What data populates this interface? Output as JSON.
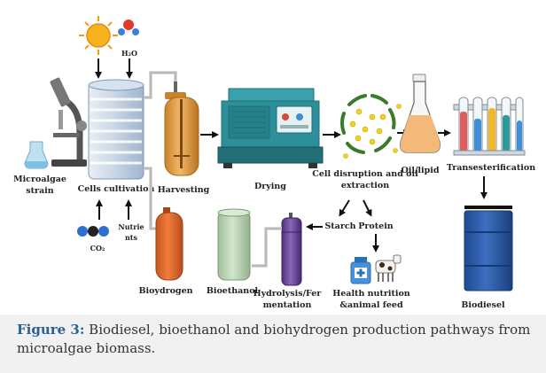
{
  "labels": {
    "h2o": "H₂O",
    "microalgae_strain_1": "Microalgae",
    "microalgae_strain_2": "strain",
    "cells_cultivation": "Cells cultivation",
    "co2": "CO₂",
    "nutrients_1": "Nutrie",
    "nutrients_2": "nts",
    "harvesting": "Harvesting",
    "drying": "Drying",
    "cell_disruption_1": "Cell disruption and oil",
    "cell_disruption_2": "extraction",
    "oil_lipid": "Oil/lipid",
    "transesterification": "Transesterification",
    "biodiesel": "Biodiesel",
    "starch": "Starch",
    "protein": "Protein",
    "health_1": "Health nutrition",
    "health_2": "&animal feed",
    "hydrolysis_1": "Hydrolysis/Fer",
    "hydrolysis_2": "mentation",
    "bioethanol": "Bioethanol",
    "biohydrogen": "Bioydrogen"
  },
  "caption": {
    "label": "Figure 3:",
    "text": "Biodiesel, bioethanol and biohydrogen production pathways from microalgae biomass."
  },
  "colors": {
    "cultivation_tank": "#a9c6e2",
    "harvester": "#e6a34a",
    "dryer": "#2c8f9a",
    "oil": "#f3b979",
    "biodiesel_drum": "#2e5da8",
    "biohydrogen_tank": "#e06b2b",
    "bioethanol_tank": "#b9d3b3",
    "fermenter": "#6b4a9c",
    "caption_label": "#2b5e95"
  }
}
